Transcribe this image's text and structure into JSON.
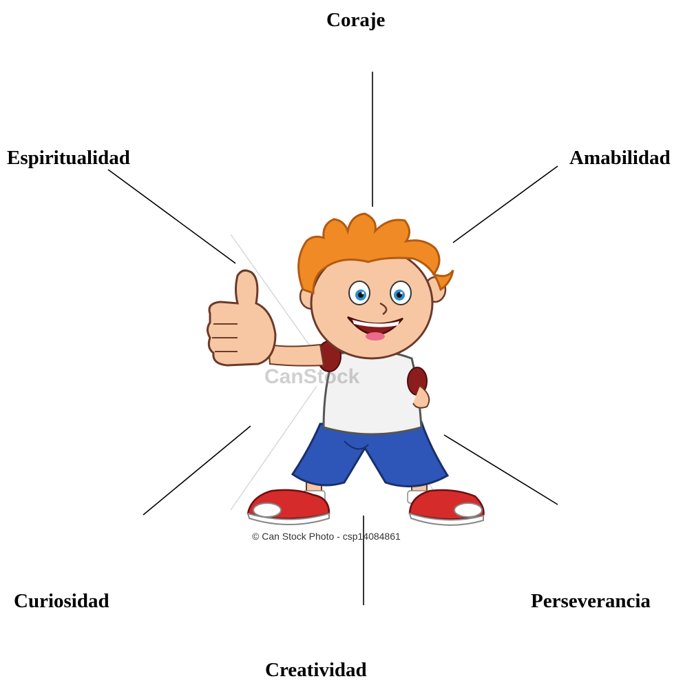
{
  "labels": {
    "top": "Coraje",
    "upper_left": "Espiritualidad",
    "upper_right": "Amabilidad",
    "lower_left": "Curiosidad",
    "lower_right": "Perseverancia",
    "bottom": "Creatividad"
  },
  "image": {
    "subject": "cartoon boy giving thumbs up",
    "watermark": "CanStock",
    "credit": "© Can Stock Photo - csp14084861"
  },
  "colors": {
    "text": "#000000",
    "line": "#000000",
    "hair": "#f08a24",
    "shirt": "#f2f2f2",
    "shorts": "#2e56b8",
    "shoes": "#d62b2b",
    "skin": "#f7c7a3"
  }
}
